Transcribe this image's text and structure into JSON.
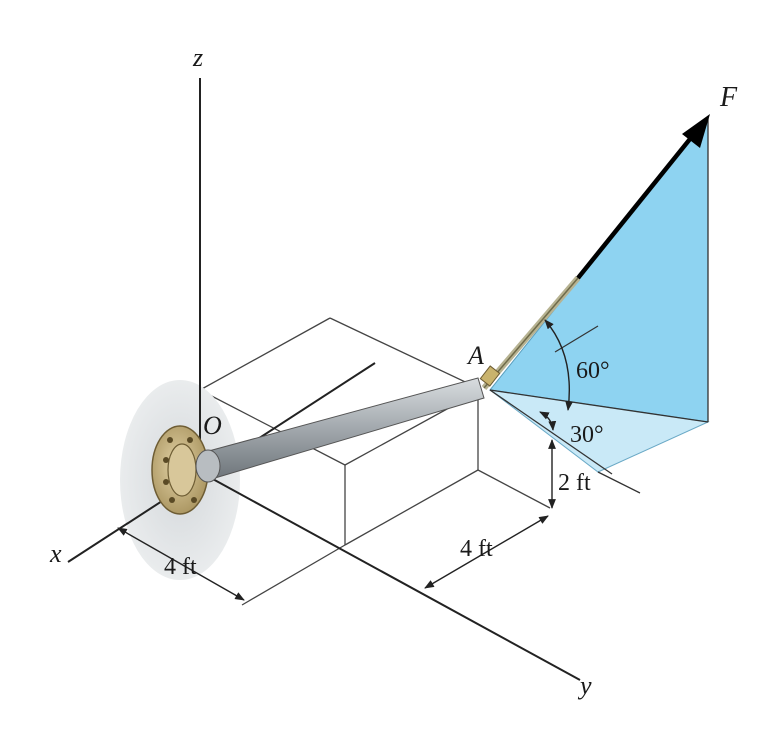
{
  "axes": {
    "z": "z",
    "x": "x",
    "y": "y"
  },
  "points": {
    "origin": "O",
    "A": "A"
  },
  "force": {
    "label": "F"
  },
  "angles": {
    "elevation": "60°",
    "azimuth": "30°"
  },
  "dimensions": {
    "height": "2 ft",
    "along_y": "4 ft",
    "along_x": "4 ft"
  },
  "colors": {
    "plane_blue": "#8ED3F1",
    "plane_light": "#C9E9F7",
    "rod_gray": "#9FA5AA",
    "flange": "#CDB98A",
    "wall": "#C9CDD0"
  }
}
